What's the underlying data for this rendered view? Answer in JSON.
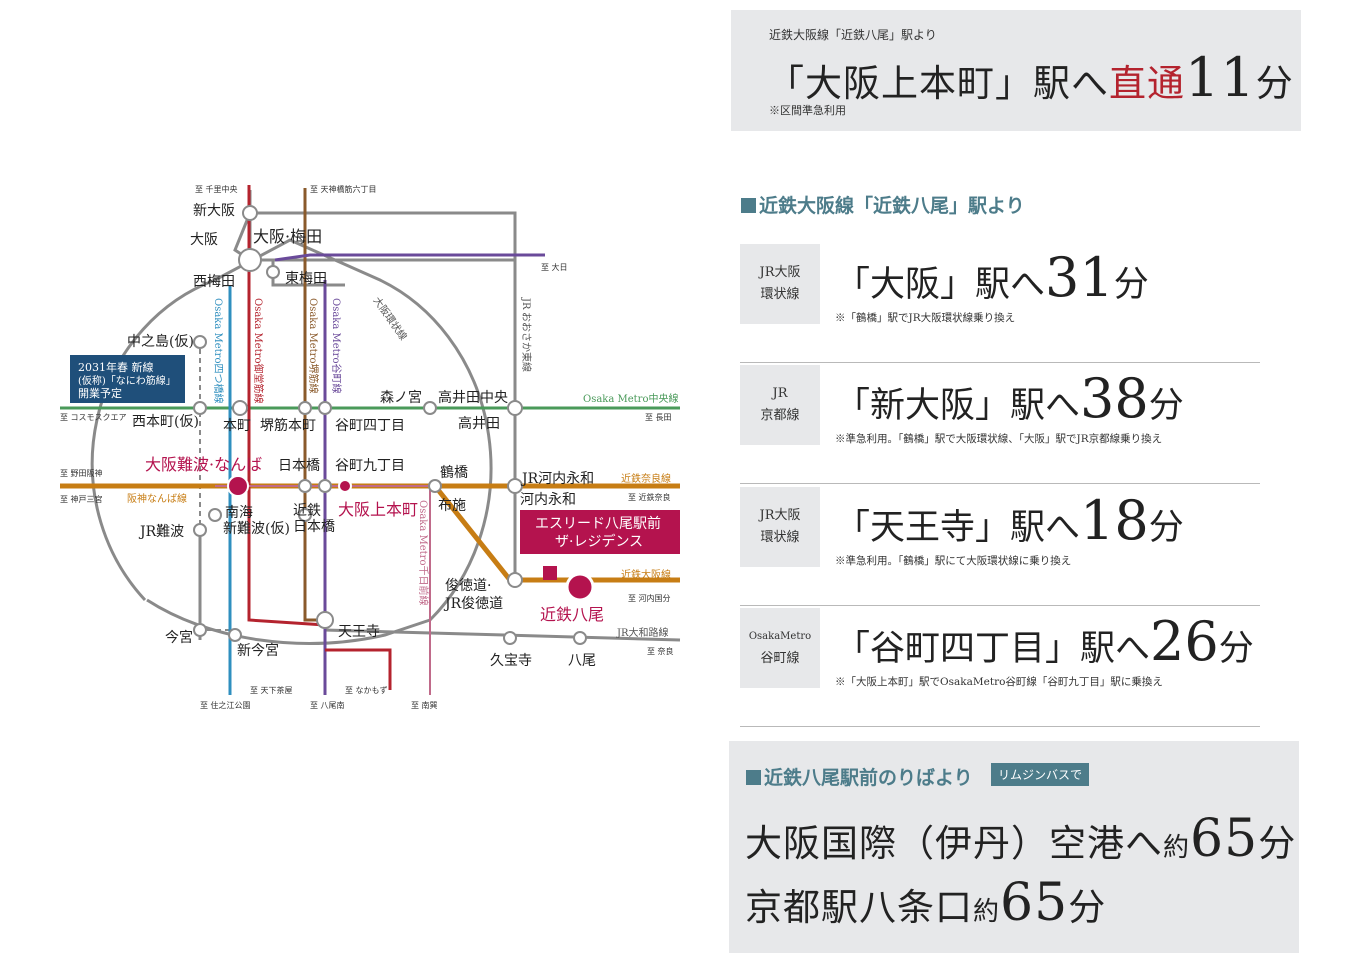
{
  "top": {
    "sub": "近鉄大阪線「近鉄八尾」駅より",
    "main_pre": "「大阪上本町」駅へ",
    "main_red": "直通",
    "main_num": "11",
    "main_unit": "分",
    "note": "※区間準急利用"
  },
  "section1": {
    "title": "近鉄大阪線「近鉄八尾」駅より"
  },
  "routes": [
    {
      "badge1": "JR大阪",
      "badge2": "環状線",
      "dest": "「大阪」駅へ",
      "num": "31",
      "unit": "分",
      "note": "※「鶴橋」駅でJR大阪環状線乗り換え"
    },
    {
      "badge1": "JR",
      "badge2": "京都線",
      "dest": "「新大阪」駅へ",
      "num": "38",
      "unit": "分",
      "note": "※準急利用。「鶴橋」駅で大阪環状線、「大阪」駅でJR京都線乗り換え"
    },
    {
      "badge1": "JR大阪",
      "badge2": "環状線",
      "dest": "「天王寺」駅へ",
      "num": "18",
      "unit": "分",
      "note": "※準急利用。「鶴橋」駅にて大阪環状線に乗り換え"
    },
    {
      "badge1": "OsakaMetro",
      "badge2": "谷町線",
      "dest": "「谷町四丁目」駅へ",
      "num": "26",
      "unit": "分",
      "note": "※「大阪上本町」駅でOsakaMetro谷町線「谷町九丁目」駅に乗換え"
    }
  ],
  "bottom": {
    "title": "近鉄八尾駅前のりばより",
    "pill": "リムジンバスで",
    "line1_text": "大阪国際（伊丹）空港へ",
    "line1_small": "約",
    "line1_num": "65",
    "line1_unit": "分",
    "line2_text": "京都駅八条口",
    "line2_small": "約",
    "line2_num": "65",
    "line2_unit": "分"
  },
  "map": {
    "colors": {
      "loop": "#8a8a8a",
      "kintetsu": "#c77d14",
      "midosuji": "#b4232e",
      "yotsubashi": "#2f8fbf",
      "sakaisuji": "#8a5a2b",
      "tanimachi": "#6a4a9a",
      "chuo": "#4a9a5a",
      "sennichimae": "#c06a8a",
      "station_hl": "#b4134e",
      "nr_line": "#1f4f7a"
    },
    "stations": {
      "shin_osaka": "新大阪",
      "osaka": "大阪",
      "umeda": "大阪·梅田",
      "nishi_umeda": "西梅田",
      "higashi_umeda": "東梅田",
      "nakanoshima": "中之島(仮)",
      "honmachi": "本町",
      "sakaisuji_honmachi": "堺筋本町",
      "tanimachi4": "谷町四丁目",
      "nishi_honmachi": "西本町(仮)",
      "morinomiya": "森ノ宮",
      "takaida_chuo": "高井田中央",
      "takaida": "高井田",
      "namba": "大阪難波·なんば",
      "nippombashi": "日本橋",
      "tanimachi9": "谷町九丁目",
      "tsuruhashi": "鶴橋",
      "jr_kawachi_eiwa": "JR河内永和",
      "kawachi_eiwa": "河内永和",
      "nankai": "南海",
      "shin_namba": "新難波(仮)",
      "kintetsu_nippombashi_1": "近鉄",
      "kintetsu_nippombashi_2": "日本橋",
      "uehonmachi": "大阪上本町",
      "fuse": "布施",
      "jr_namba": "JR難波",
      "shuntokumichi": "俊徳道·",
      "jr_shuntokumichi": "JR俊徳道",
      "kintetsu_yao": "近鉄八尾",
      "imamiya": "今宮",
      "shin_imamiya": "新今宮",
      "tennoji": "天王寺",
      "kyuhoji": "久宝寺",
      "yao": "八尾"
    },
    "line_labels": {
      "midosuji": "Osaka Metro御堂筋線",
      "yotsubashi": "Osaka Metro四つ橋線",
      "sakaisuji": "Osaka Metro堺筋線",
      "tanimachi": "Osaka Metro谷町線",
      "sennichimae": "Osaka Metro千日前線",
      "loop": "大阪環状線",
      "osaka_higashi_1": "JR",
      "osaka_higashi_2": "おおさか東線",
      "chuo": "Osaka Metro中央線",
      "kintetsu_nara": "近鉄奈良線",
      "hanshin_namba": "阪神なんば線",
      "kintetsu_osaka": "近鉄大阪線",
      "jr_yamatoji": "JR大和路線"
    },
    "dests": {
      "senri": "至 千里中央",
      "tenjinbashi": "至 天神橋筋六丁目",
      "taisho": "至 大日",
      "cosmosquare": "至 コスモスクエア",
      "nagata": "至 長田",
      "noda_hanshin": "至 野田阪神",
      "kobe_sannomiya": "至 神戸三宮",
      "kintetsu_nara": "至 近鉄奈良",
      "kawachi_kokubu": "至 河内国分",
      "nara": "至 奈良",
      "tenga_chaya": "至 天下茶屋",
      "suminoe": "至 住之江公園",
      "yaominami": "至 八尾南",
      "nakamozu": "至 なかもず",
      "minami_tatsumi": "至 南巽"
    },
    "new_line_1": "2031年春 新線",
    "new_line_2": "(仮称)「なにわ筋線」",
    "new_line_3": "開業予定",
    "property_1": "エスリード八尾駅前",
    "property_2": "ザ·レジデンス"
  }
}
